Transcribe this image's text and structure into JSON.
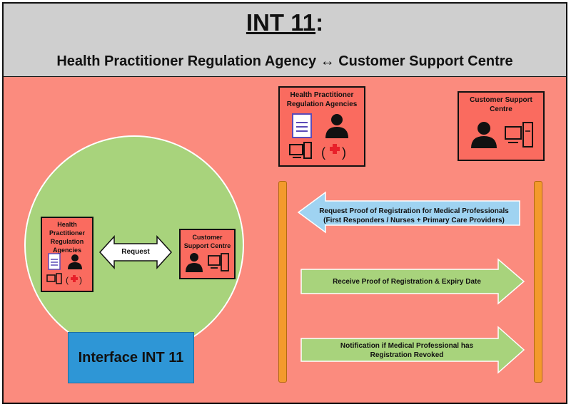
{
  "header": {
    "title_main": "INT 11",
    "title_colon": ":",
    "subtitle": "Health Practitioner Regulation Agency ↔ Customer Support Centre"
  },
  "top_boxes": {
    "hpra_label": "Health Practitioner Regulation Agencies",
    "csc_label": "Customer Support Centre"
  },
  "circle": {
    "hpra_label": "Health Practitioner Regulation Agencies",
    "csc_label": "Customer Support Centre",
    "request_label": "Request"
  },
  "interface_label": "Interface INT 11",
  "flows": [
    {
      "text": "Request Proof of Registration for Medical Professionals (First Responders / Nurses + Primary Care Providers)",
      "direction": "left",
      "color": "#9fd3f1"
    },
    {
      "text": "Receive Proof of Registration & Expiry Date",
      "direction": "right",
      "color": "#a8d37c"
    },
    {
      "text": "Notification if Medical Professional has Registration Revoked",
      "direction": "right",
      "color": "#a8d37c"
    }
  ],
  "colors": {
    "background": "#fb8b7e",
    "header": "#cfcfcf",
    "circle": "#a8d37c",
    "box": "#fa6b5f",
    "interface": "#2e96d6",
    "pillar": "#f39a2c"
  },
  "icons": [
    "document-icon",
    "person-icon",
    "computer-icon",
    "medical-cross-icon"
  ]
}
